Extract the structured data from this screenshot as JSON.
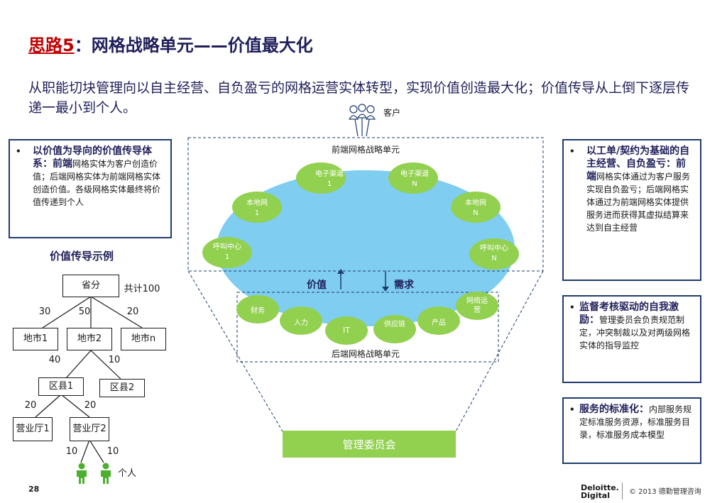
{
  "title": {
    "prefix": "思路5",
    "sep": "：",
    "main": "网格战略单元——价值最大化"
  },
  "subtitle": "从职能切块管理向以自主经营、自负盈亏的网格运营实体转型，实现价值创造最大化；价值传导从上倒下逐层传递一最小到个人。",
  "customer_label": "客户",
  "left_box": {
    "bullet": "•",
    "heading": "以价值为导向的价值传导体系：前端",
    "body": "网格实体为客户创造价值；后端网格实体为前端网格实体创造价值。各级网格实体最终将价值传递到个人"
  },
  "example_title": "价值传导示例",
  "tree": {
    "root": "省分",
    "total": "共计100",
    "w_city1": "30",
    "w_city2": "50",
    "w_cityn": "20",
    "city1": "地市1",
    "city2": "地市2",
    "cityn": "地市n",
    "w_county1": "40",
    "w_county2": "10",
    "county1": "区县1",
    "county2": "区县2",
    "w_hall1": "20",
    "w_hall2": "20",
    "hall1": "营业厅1",
    "hall2": "营业厅2",
    "w_p1": "10",
    "w_p2": "10",
    "person_label": "个人"
  },
  "center": {
    "front_title": "前端网格战略单元",
    "back_title": "后端网格战略单元",
    "value_label": "价值",
    "demand_label": "需求",
    "front_nodes": [
      "电子渠道1",
      "电子渠道N",
      "本地网1",
      "本地网N",
      "呼叫中心1",
      "呼叫中心N"
    ],
    "back_nodes": [
      "财务",
      "人力",
      "IT",
      "供应链",
      "产品",
      "网络运营"
    ],
    "committee": "管理委员会"
  },
  "right_box1": {
    "bullet": "•",
    "heading": "以工单/契约为基础的自主经营、自负盈亏：前端",
    "body": "网格实体通过为客户服务实现自负盈亏；后端网格实体通过为前端网格实体提供服务进而获得其虚拟结算来达到自主经营"
  },
  "right_box2": {
    "bullet": "•",
    "heading": "监督考核驱动的自我激励：",
    "body": "管理委员会负责规范制定，冲突制裁以及对两级网格实体的指导监控"
  },
  "right_box3": {
    "bullet": "•",
    "heading": "服务的标准化：",
    "body": "内部服务规定标准服务资源，标准服务目录，标准服务成本模型"
  },
  "footer": {
    "page": "28",
    "brand1": "Deloitte.",
    "brand2": "Digital",
    "copyright": "© 2013 德勤管理咨询"
  },
  "colors": {
    "ellipse": "#7fcdf0",
    "node": "#92d050",
    "navy": "#1f3c6e",
    "red": "#c00000"
  }
}
